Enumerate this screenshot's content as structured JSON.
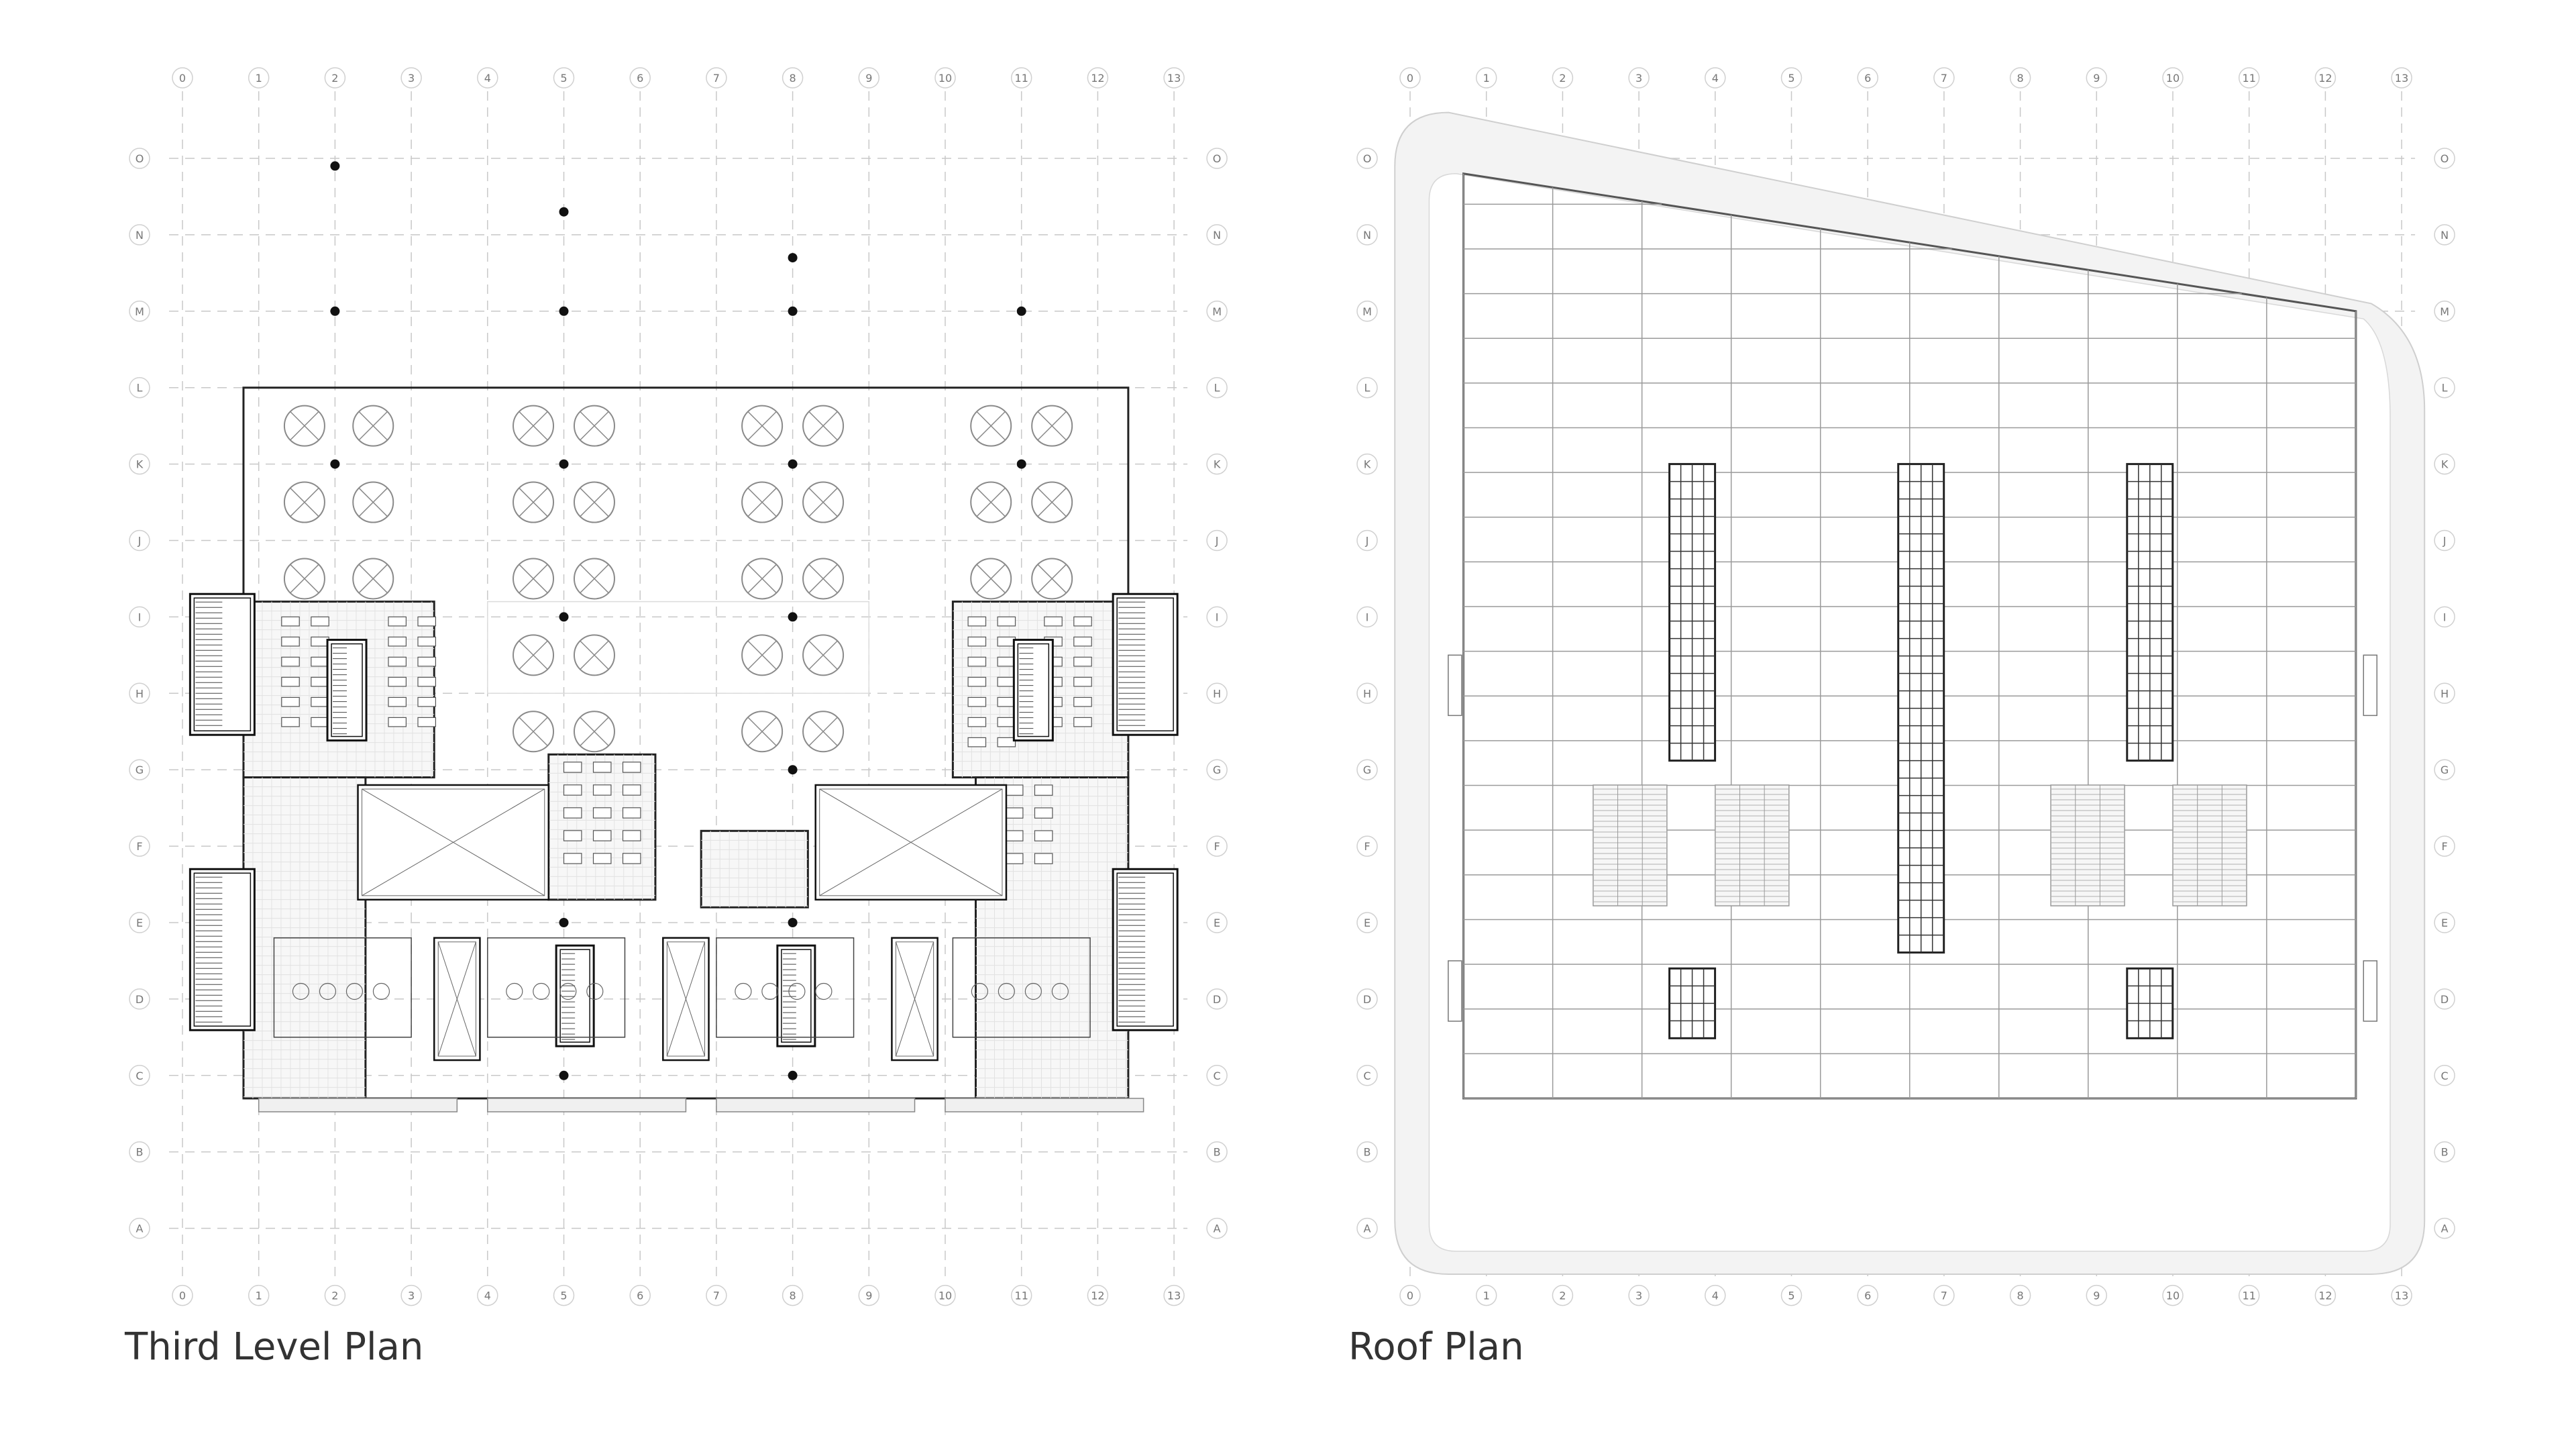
{
  "plans": [
    {
      "id": "third-level",
      "title": "Third Level Plan",
      "grid_columns": [
        "0",
        "1",
        "2",
        "3",
        "4",
        "5",
        "6",
        "7",
        "8",
        "9",
        "10",
        "11",
        "12",
        "13"
      ],
      "grid_rows": [
        "O",
        "N",
        "M",
        "L",
        "K",
        "J",
        "I",
        "H",
        "G",
        "F",
        "E",
        "D",
        "C",
        "B",
        "A"
      ]
    },
    {
      "id": "roof",
      "title": "Roof Plan",
      "grid_columns": [
        "0",
        "1",
        "2",
        "3",
        "4",
        "5",
        "6",
        "7",
        "8",
        "9",
        "10",
        "11",
        "12",
        "13"
      ],
      "grid_rows": [
        "O",
        "N",
        "M",
        "L",
        "K",
        "J",
        "I",
        "H",
        "G",
        "F",
        "E",
        "D",
        "C",
        "B",
        "A"
      ]
    }
  ],
  "colors": {
    "line": "#222222",
    "grid": "#c8c8c8",
    "label": "#777777",
    "fill_light": "#ececec",
    "hatch": "#9a9a9a"
  }
}
